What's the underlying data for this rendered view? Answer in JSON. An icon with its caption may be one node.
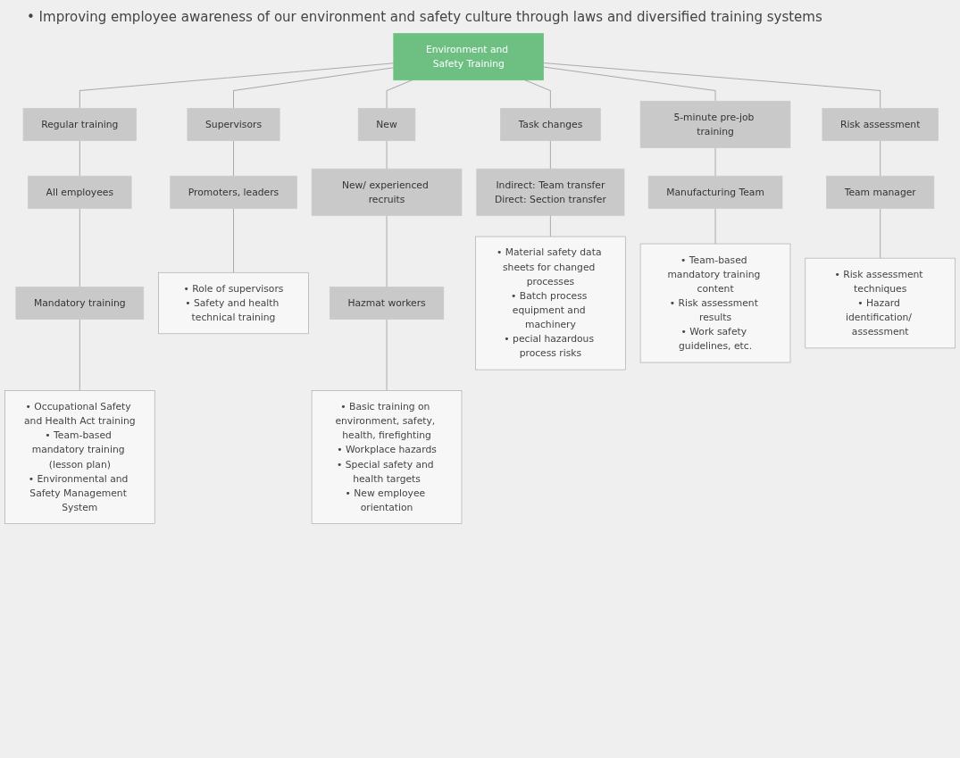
{
  "diagram": {
    "nodes": [
      {
        "text": [
          "Environment and Safety Training"
        ]
      },
      {
        "text": [
          "Regular training"
        ]
      },
      {
        "text": [
          "All employees"
        ]
      },
      {
        "text": [
          "Mandatory training"
        ]
      },
      {
        "text": [
          "• Occupational Safety and Health Act training",
          "• Team-based mandatory training (lesson plan)",
          "• Environmental and Safety Management System"
        ]
      },
      {
        "text": [
          "Supervisors"
        ]
      },
      {
        "text": [
          "Promoters, leaders"
        ]
      },
      {
        "text": [
          "• Role of supervisors",
          "• Safety and health technical training"
        ]
      },
      {
        "text": [
          "New"
        ]
      },
      {
        "text": [
          "New/ experienced recruits"
        ]
      },
      {
        "text": [
          "Hazmat workers"
        ]
      },
      {
        "text": [
          "• Basic training on environment, safety, health, firefighting",
          "• Workplace hazards",
          "• Special safety and health targets",
          "• New employee orientation"
        ]
      },
      {
        "text": [
          "Task changes"
        ]
      },
      {
        "text": [
          "Indirect: Team transfer",
          "Direct: Section transfer"
        ]
      },
      {
        "text": [
          "• Material safety data sheets for changed processes",
          "• Batch process equipment and machinery",
          "• pecial hazardous process risks"
        ]
      },
      {
        "text": [
          "5-minute pre-job training"
        ]
      },
      {
        "text": [
          "Manufacturing Team"
        ]
      },
      {
        "text": [
          "• Team-based mandatory training content",
          "• Risk assessment results",
          "• Work safety guidelines, etc."
        ]
      },
      {
        "text": [
          "Risk assessment"
        ]
      },
      {
        "text": [
          "Team manager"
        ]
      },
      {
        "text": [
          "• Risk assessment techniques",
          "• Hazard identification/ assessment"
        ]
      }
    ],
    "edges": [
      {
        "from": 0,
        "to": 1,
        "arrow": "none"
      },
      {
        "from": 0,
        "to": 5,
        "arrow": "none"
      },
      {
        "from": 0,
        "to": 8,
        "arrow": "none"
      },
      {
        "from": 0,
        "to": 12,
        "arrow": "none"
      },
      {
        "from": 0,
        "to": 15,
        "arrow": "none"
      },
      {
        "from": 0,
        "to": 18,
        "arrow": "none"
      },
      {
        "from": 1,
        "to": 2,
        "arrow": "none"
      },
      {
        "from": 2,
        "to": 3,
        "arrow": "none"
      },
      {
        "from": 3,
        "to": 4,
        "arrow": "none"
      },
      {
        "from": 5,
        "to": 6,
        "arrow": "none"
      },
      {
        "from": 6,
        "to": 7,
        "arrow": "none"
      },
      {
        "from": 8,
        "to": 9,
        "arrow": "none"
      },
      {
        "from": 9,
        "to": 10,
        "arrow": "none"
      },
      {
        "from": 10,
        "to": 11,
        "arrow": "none"
      },
      {
        "from": 12,
        "to": 13,
        "arrow": "none"
      },
      {
        "from": 13,
        "to": 14,
        "arrow": "none"
      },
      {
        "from": 15,
        "to": 16,
        "arrow": "none"
      },
      {
        "from": 16,
        "to": 17,
        "arrow": "none"
      },
      {
        "from": 18,
        "to": 19,
        "arrow": "none"
      },
      {
        "from": 19,
        "to": 20,
        "arrow": "none"
      }
    ],
    "labels": [
      "• Improving employee awareness of our environment and safety culture through laws and diversified training systems"
    ]
  }
}
